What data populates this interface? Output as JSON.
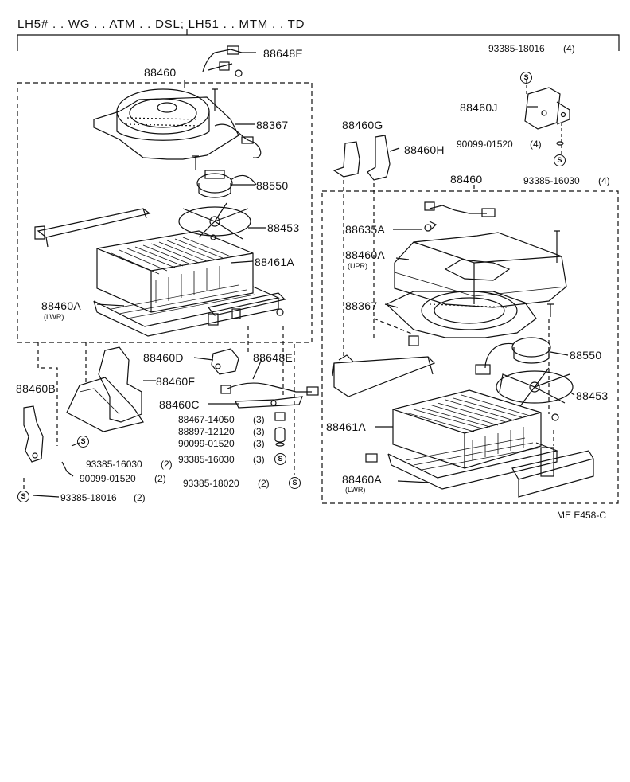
{
  "header": "LH5# . . WG . . ATM . . DSL; LH51 . . MTM . . TD",
  "footer": "ME   E458-C",
  "symbol_s": "S",
  "labels": {
    "p88648E_top": "88648E",
    "p88460_left": "88460",
    "p88367_left": "88367",
    "p88550_left": "88550",
    "p88453_left": "88453",
    "p88461A_left": "88461A",
    "p88460A_left": "88460A",
    "lwr_left": "(LWR)",
    "p88460D": "88460D",
    "p88648E_mid": "88648E",
    "p88460F": "88460F",
    "p88460B": "88460B",
    "p88460C": "88460C",
    "p88467": "88467-14050",
    "q88467": "(3)",
    "p88897": "88897-12120",
    "q88897": "(3)",
    "p90099_a": "90099-01520",
    "q90099_a": "(3)",
    "p93385_16030_a": "93385-16030",
    "q93385_16030_a": "(3)",
    "p93385_18020": "93385-18020",
    "q93385_18020": "(2)",
    "p93385_16030_b": "93385-16030",
    "q93385_16030_b": "(2)",
    "p90099_b": "90099-01520",
    "q90099_b": "(2)",
    "p93385_18016_b": "93385-18016",
    "q93385_18016_b": "(2)",
    "p93385_18016_a": "93385-18016",
    "q93385_18016_a": "(4)",
    "p88460J": "88460J",
    "p90099_c": "90099-01520",
    "q90099_c": "(4)",
    "p93385_16030_c": "93385-16030",
    "q93385_16030_c": "(4)",
    "p88460G": "88460G",
    "p88460H": "88460H",
    "p88460_right": "88460",
    "p88635A": "88635A",
    "p88460A_upr": "88460A",
    "upr": "(UPR)",
    "p88367_right": "88367",
    "p88550_right": "88550",
    "p88453_right": "88453",
    "p88461A_right": "88461A",
    "p88460A_lwr": "88460A",
    "lwr_right": "(LWR)"
  }
}
